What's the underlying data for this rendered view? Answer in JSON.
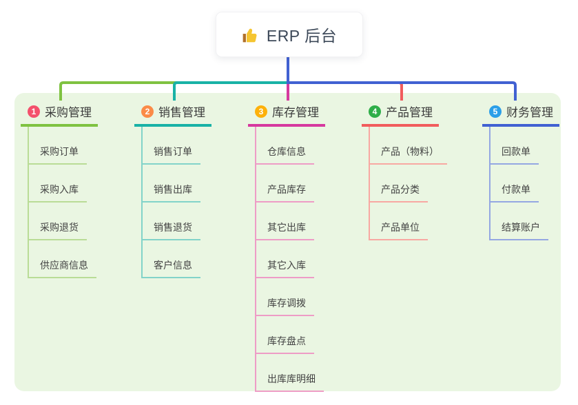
{
  "root": {
    "title": "ERP 后台",
    "icon": "thumbs-up-icon",
    "icon_color": "#f5b82e",
    "connector_color": "#4161d2"
  },
  "panel": {
    "background": "#eaf6e2"
  },
  "branches": [
    {
      "number": "1",
      "label": "采购管理",
      "badge_color": "#f4516c",
      "line_color": "#7fc241",
      "child_line_color": "#b9dc96",
      "children": [
        "采购订单",
        "采购入库",
        "采购退货",
        "供应商信息"
      ]
    },
    {
      "number": "2",
      "label": "销售管理",
      "badge_color": "#fb8b47",
      "line_color": "#19b2a6",
      "child_line_color": "#82d3c9",
      "children": [
        "销售订单",
        "销售出库",
        "销售退货",
        "客户信息"
      ]
    },
    {
      "number": "3",
      "label": "库存管理",
      "badge_color": "#fdb10a",
      "line_color": "#d6399f",
      "child_line_color": "#ee9cc6",
      "children": [
        "仓库信息",
        "产品库存",
        "其它出库",
        "其它入库",
        "库存调拨",
        "库存盘点",
        "出库库明细"
      ]
    },
    {
      "number": "4",
      "label": "产品管理",
      "badge_color": "#2fae49",
      "line_color": "#f15c5c",
      "child_line_color": "#f8a8a2",
      "children": [
        "产品（物料）",
        "产品分类",
        "产品单位"
      ]
    },
    {
      "number": "5",
      "label": "财务管理",
      "badge_color": "#2b9fe8",
      "line_color": "#4161d2",
      "child_line_color": "#94a7e2",
      "children": [
        "回款单",
        "付款单",
        "结算账户"
      ]
    }
  ]
}
